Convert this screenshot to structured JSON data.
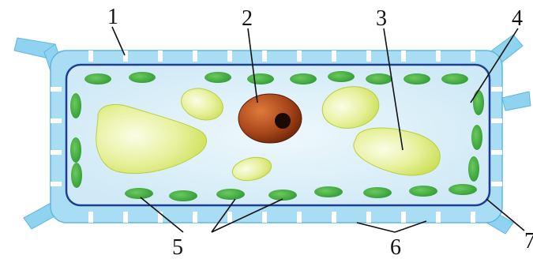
{
  "labels": {
    "l1": "1",
    "l2": "2",
    "l3": "3",
    "l4": "4",
    "l5": "5",
    "l6": "6",
    "l7": "7"
  },
  "colors": {
    "cell_wall": "#8fd3f0",
    "wall_line": "#5fb7df",
    "cytoplasm": "#d8eef8",
    "membrane": "#1d3f8f",
    "chloroplast": "#2e9a34",
    "chloroplast_light": "#6cc95c",
    "vacuole_light": "#fbfde6",
    "vacuole_dark": "#c7dd4a",
    "nucleus_light": "#e07a3b",
    "nucleus_dark": "#6a2206",
    "nucleolus": "#1a0a05",
    "leader_line": "#111111"
  }
}
